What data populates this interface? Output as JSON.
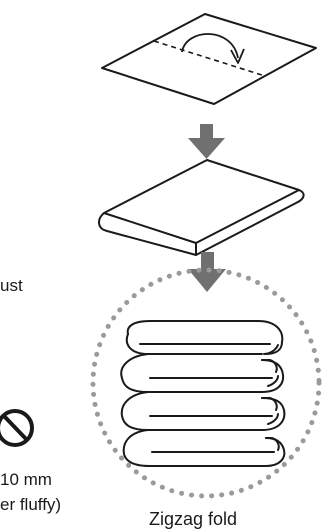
{
  "labels": {
    "side_text_1": "ust",
    "side_text_2": "10 mm",
    "side_text_3": "er fluffy)",
    "caption": "Zigzag fold"
  },
  "icons": {
    "fold_arrow": "curved-arrow-icon",
    "step_arrow": "down-arrow-icon",
    "prohibition": "prohibited-icon"
  },
  "colors": {
    "line": "#1a1a1a",
    "arrow": "#707070",
    "dotted_circle": "#9a9a9a",
    "background": "#ffffff"
  }
}
